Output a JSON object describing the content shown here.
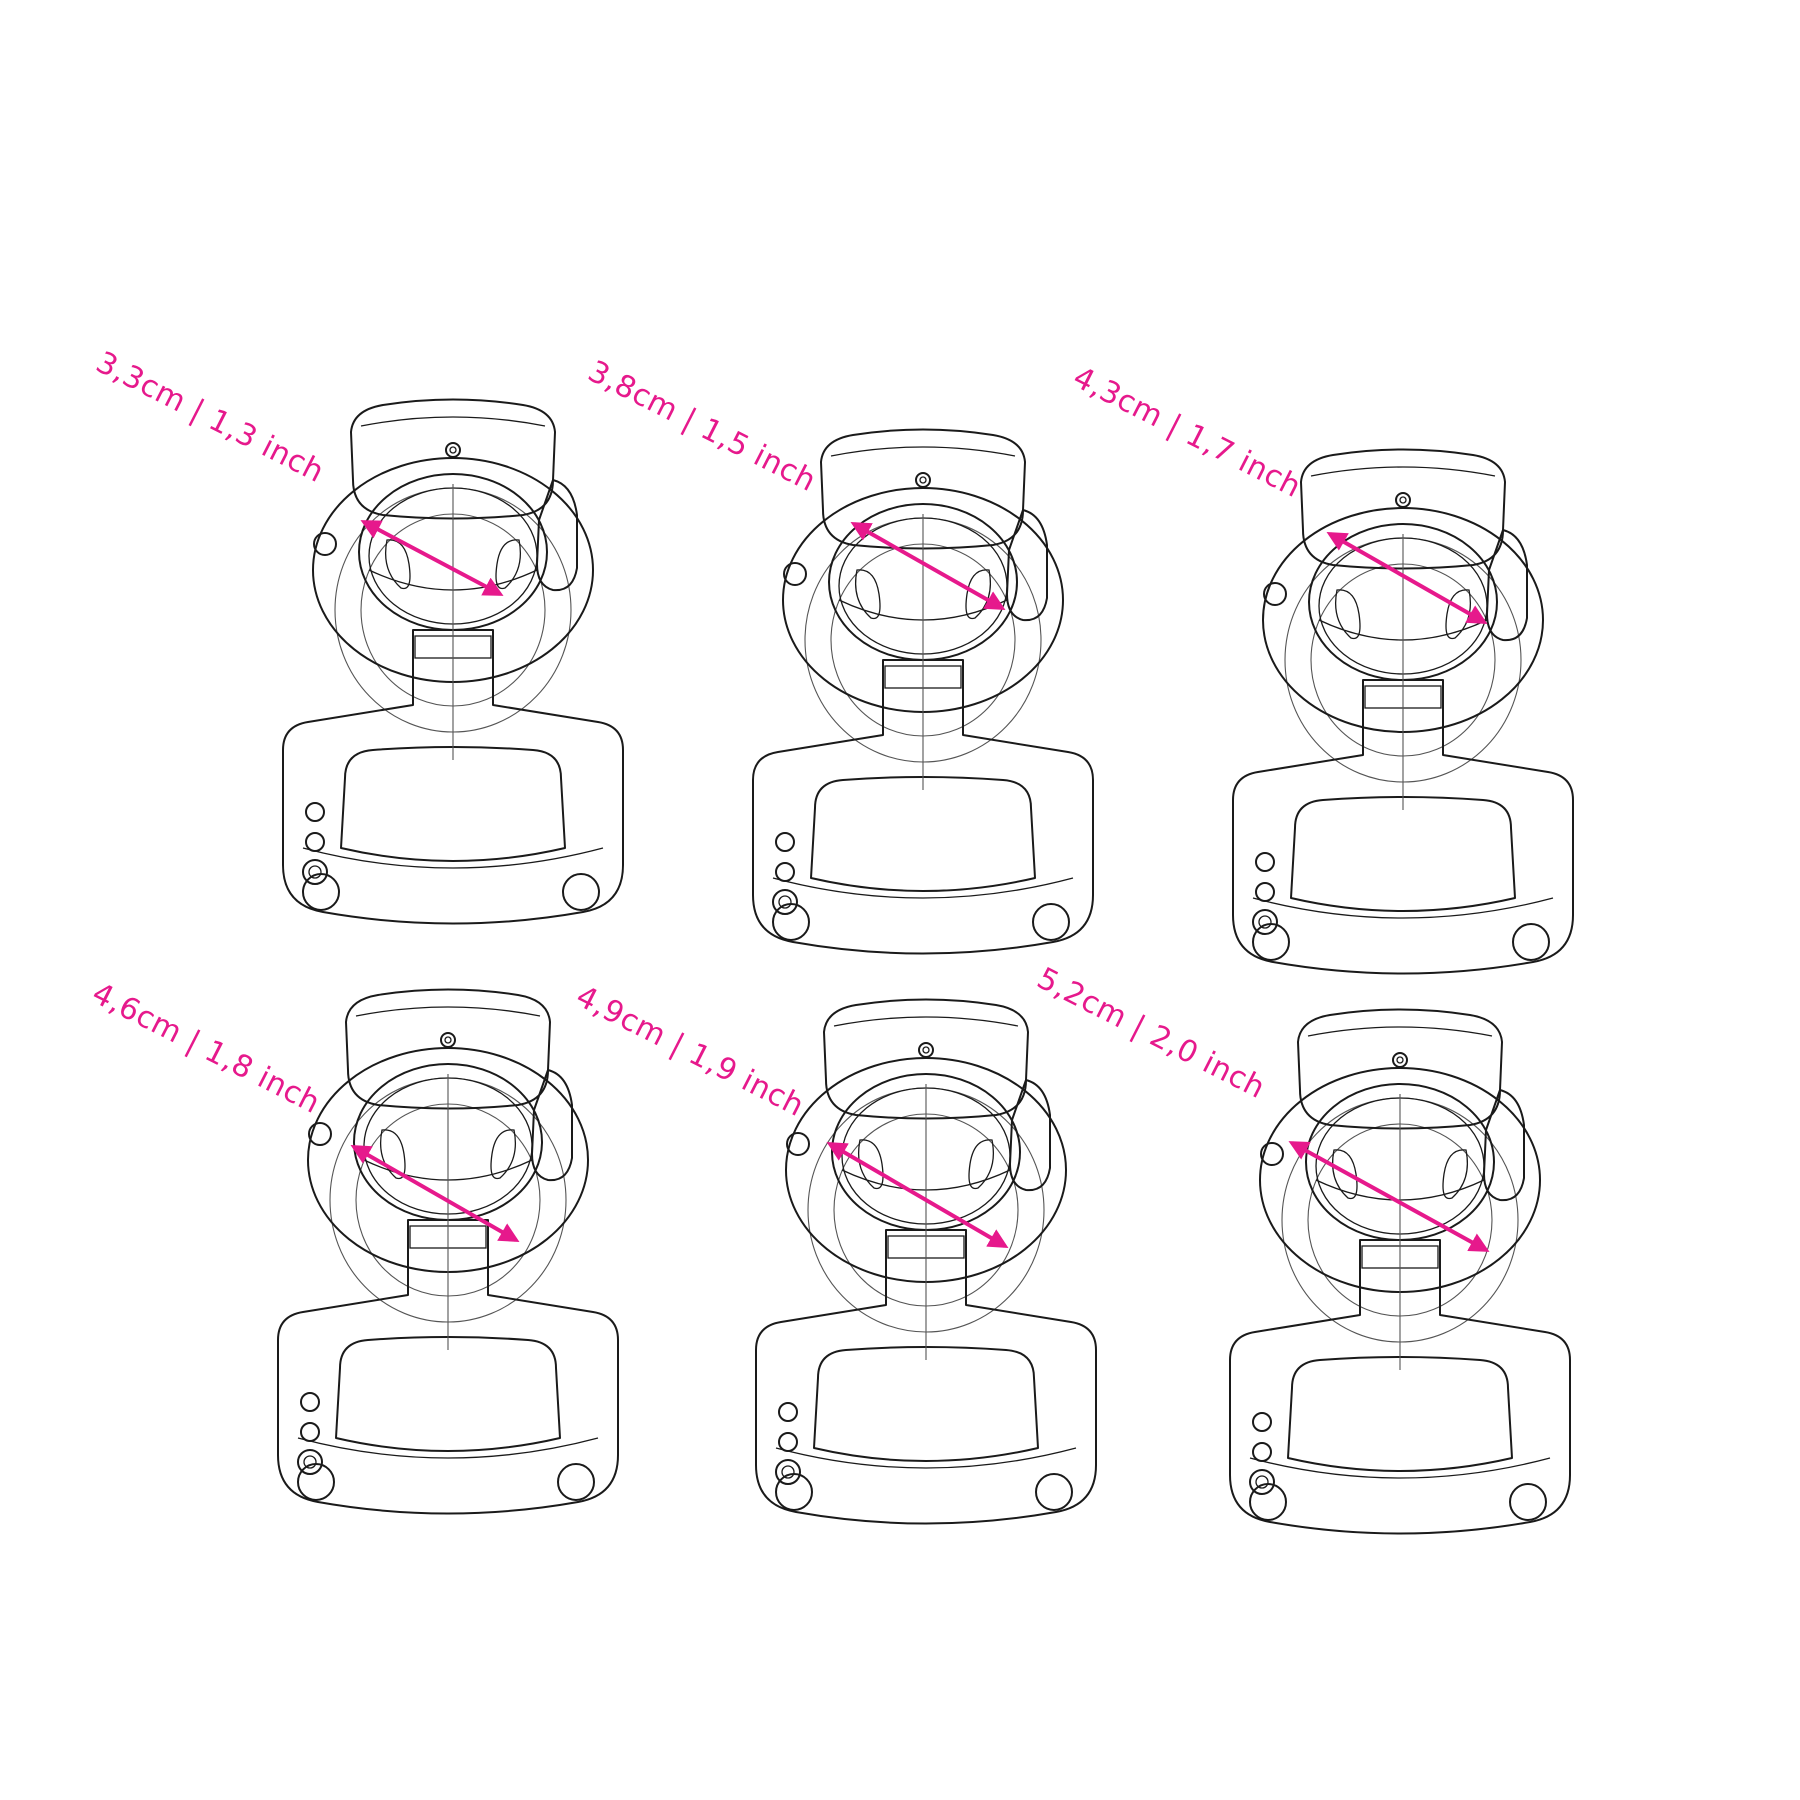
{
  "colors": {
    "accent": "#e6198c",
    "line": "#1a1a1a"
  },
  "sizes": [
    {
      "label": "3,3cm | 1,3 inch",
      "ring_diameter_cm": 3.3,
      "ring_diameter_inch": 1.3
    },
    {
      "label": "3,8cm | 1,5 inch",
      "ring_diameter_cm": 3.8,
      "ring_diameter_inch": 1.5
    },
    {
      "label": "4,3cm | 1,7 inch",
      "ring_diameter_cm": 4.3,
      "ring_diameter_inch": 1.7
    },
    {
      "label": "4,6cm | 1,8 inch",
      "ring_diameter_cm": 4.6,
      "ring_diameter_inch": 1.8
    },
    {
      "label": "4,9cm | 1,9 inch",
      "ring_diameter_cm": 4.9,
      "ring_diameter_inch": 1.9
    },
    {
      "label": "5,2cm | 2,0 inch",
      "ring_diameter_cm": 5.2,
      "ring_diameter_inch": 2.0
    }
  ]
}
